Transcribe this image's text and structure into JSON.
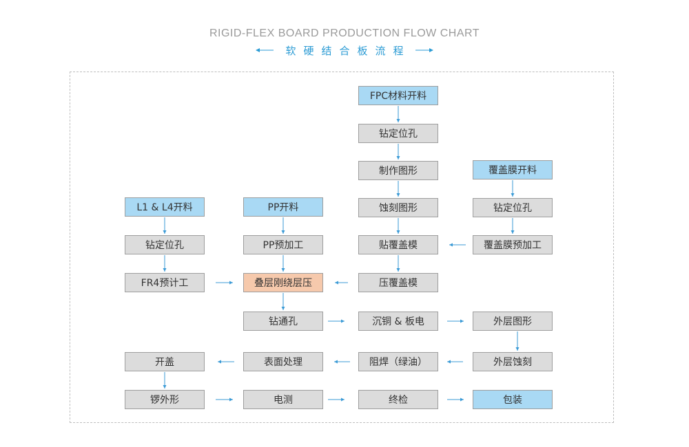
{
  "header": {
    "title_en": "RIGID-FLEX BOARD PRODUCTION FLOW CHART",
    "title_cn": "软硬结合板流程"
  },
  "colors": {
    "accent": "#2b9bd4",
    "start_node": "#a9d9f4",
    "lamination_node": "#f6c9ac",
    "process_node": "#dcdcdc",
    "node_border": "#9d9d9d",
    "connector": "#3a9ad6"
  },
  "nodes": {
    "l1l4_cut": "L1 & L4开料",
    "l1l4_drill": "钻定位孔",
    "fr4": "FR4预计工",
    "pp_cut": "PP开料",
    "pp_pre": "PP预加工",
    "lamination": "叠层刚绕层压",
    "drill_via": "钻通孔",
    "fpc_cut": "FPC材料开料",
    "fpc_drill": "钻定位孔",
    "fpc_pattern": "制作图形",
    "fpc_etch": "蚀刻图形",
    "fpc_coverlay_attach": "贴覆盖模",
    "fpc_coverlay_press": "压覆盖模",
    "plating": "沉铜 & 板电",
    "cov_cut": "覆盖膜开料",
    "cov_drill": "钻定位孔",
    "cov_pre": "覆盖膜预加工",
    "outer_pattern": "外层图形",
    "outer_etch": "外层蚀刻",
    "solder_mask": "阻焊（绿油）",
    "surface": "表面处理",
    "open_cover": "开盖",
    "routing": "锣外形",
    "etest": "电测",
    "final_inspect": "终检",
    "packing": "包装"
  }
}
